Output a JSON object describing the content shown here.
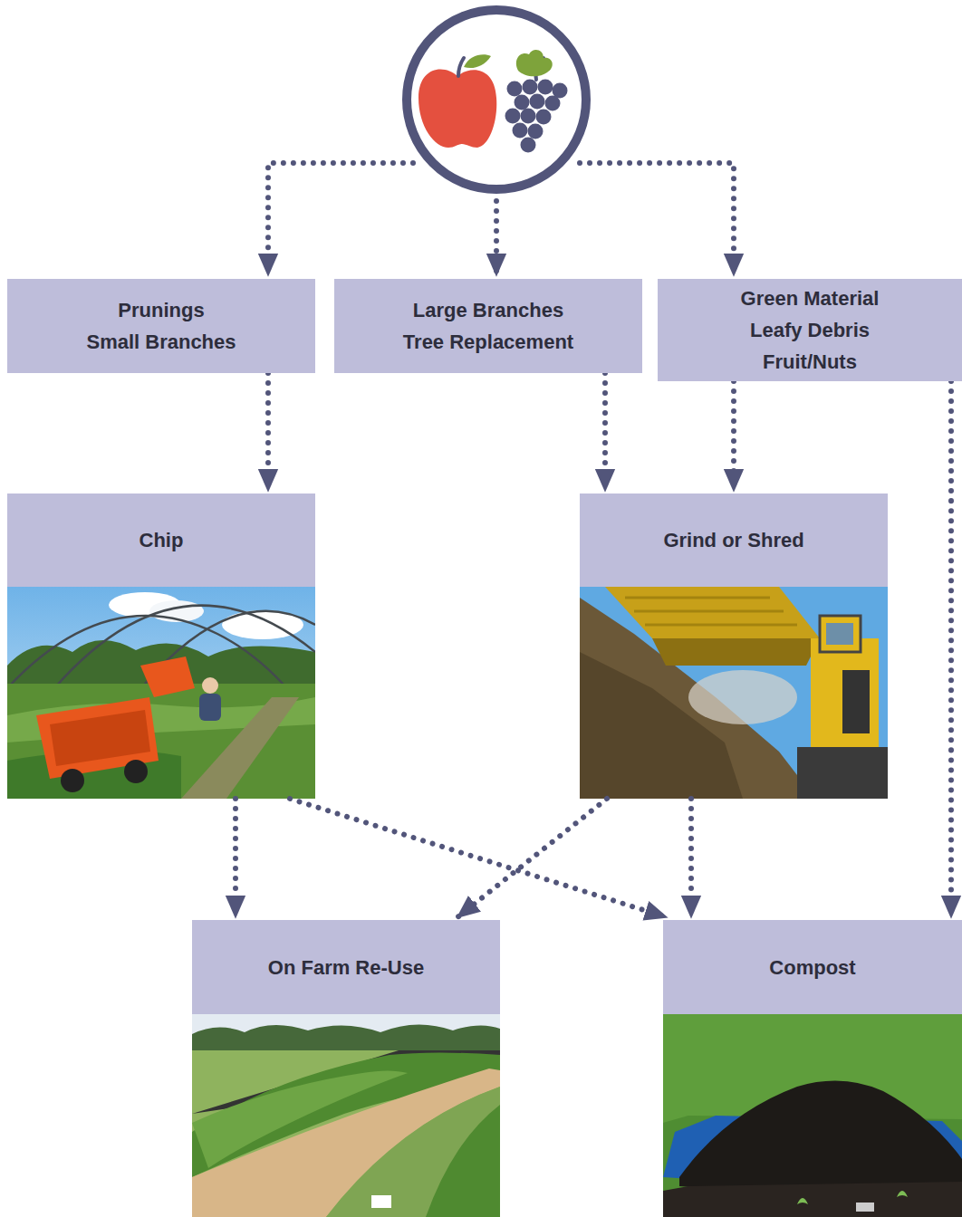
{
  "diagram": {
    "nodes": [
      {
        "text": [
          "Prunings",
          "Small Branches"
        ]
      },
      {
        "text": [
          "Large Branches",
          "Tree Replacement"
        ]
      },
      {
        "text": [
          "Green Material",
          "Leafy Debris",
          "Fruit/Nuts"
        ]
      },
      {
        "text": [
          "Chip"
        ]
      },
      {
        "text": [
          "Grind or Shred"
        ]
      },
      {
        "text": [
          "On Farm Re-Use"
        ]
      },
      {
        "text": [
          "Compost"
        ]
      }
    ],
    "edges": [
      {
        "from": 0,
        "to": 3,
        "arrow": "to"
      },
      {
        "from": 1,
        "to": 4,
        "arrow": "to"
      },
      {
        "from": 2,
        "to": 4,
        "arrow": "to"
      },
      {
        "from": 2,
        "to": 6,
        "arrow": "to"
      },
      {
        "from": 3,
        "to": 5,
        "arrow": "to"
      },
      {
        "from": 3,
        "to": 6,
        "arrow": "to"
      },
      {
        "from": 4,
        "to": 5,
        "arrow": "to"
      },
      {
        "from": 4,
        "to": 6,
        "arrow": "to"
      }
    ]
  }
}
